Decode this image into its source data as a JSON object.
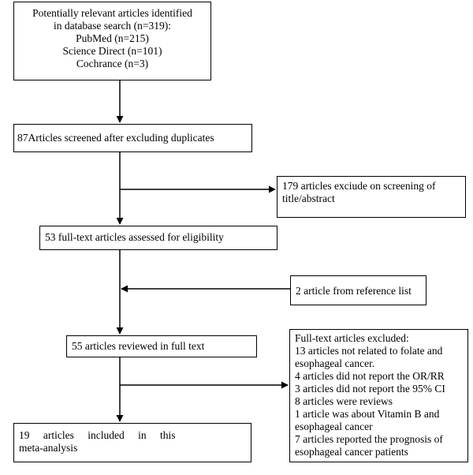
{
  "diagram": {
    "search_box": {
      "lines": [
        "Potentially relevant articles identified",
        "in database search (n=319):",
        "PubMed (n=215)",
        "Science Direct (n=101)",
        "Cochrance (n=3)"
      ]
    },
    "screened_box": {
      "text": "87Articles screened after excluding duplicates"
    },
    "excluded_title_box": {
      "lines": [
        "179 articles exciude on screening of",
        "title/abstract"
      ]
    },
    "fulltext_box": {
      "text": "53 full-text articles assessed for eligibility"
    },
    "reference_box": {
      "text": "2 article from reference list"
    },
    "reviewed_box": {
      "text": "55 articles reviewed in full text"
    },
    "excluded_fulltext_box": {
      "lines": [
        "Full-text articles excluded:",
        "13 articles not related to folate and",
        "esophageal cancer.",
        "4 articles did not report the OR/RR",
        "3 articles did not report the 95% CI",
        "8 articles were reviews",
        "1 article was about Vitamin B and",
        "esophageal cancer",
        "7 articles reported the prognosis of",
        "esophageal cancer patients"
      ]
    },
    "included_box": {
      "lines": [
        "19 articles included in this",
        "meta-analysis"
      ]
    },
    "colors": {
      "stroke": "#000000",
      "background": "#ffffff"
    }
  }
}
